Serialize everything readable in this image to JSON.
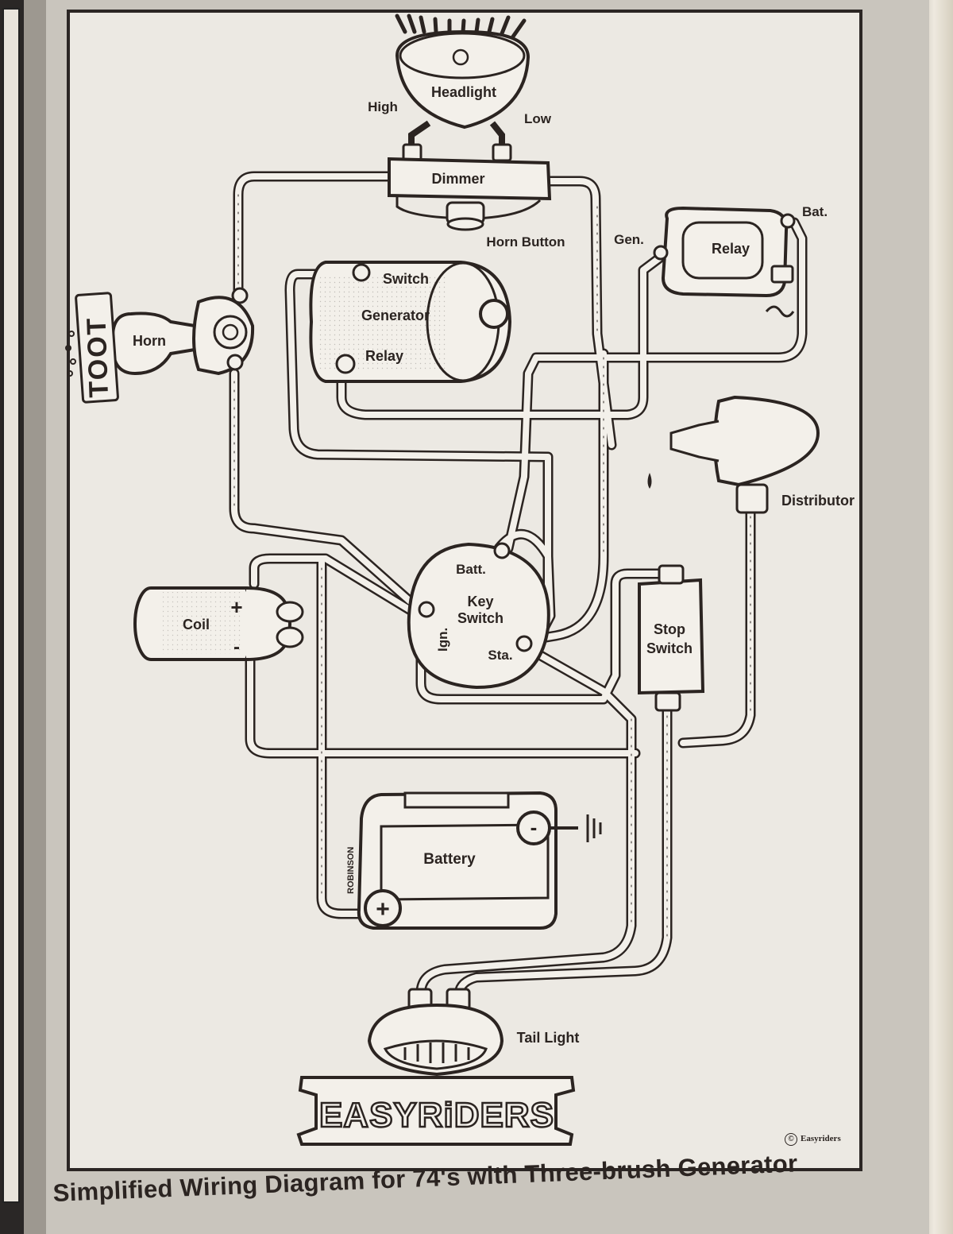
{
  "caption": "Simplified Wiring Diagram for 74's with Three-brush Generator",
  "copyright": "Easyriders",
  "copyright_symbol": "©",
  "logo_text": "EASYRiDERS",
  "artist_signature": "ROBINSON",
  "sound_effect": "TOOT",
  "components": {
    "headlight": "Headlight",
    "headlight_high": "High",
    "headlight_low": "Low",
    "dimmer": "Dimmer",
    "horn_button": "Horn Button",
    "horn": "Horn",
    "generator_switch": "Switch",
    "generator": "Generator",
    "generator_relay": "Relay",
    "relay": "Relay",
    "relay_gen": "Gen.",
    "relay_bat": "Bat.",
    "distributor": "Distributor",
    "coil": "Coil",
    "key_switch_line1": "Key",
    "key_switch_line2": "Switch",
    "key_batt": "Batt.",
    "key_ign": "Ign.",
    "key_sta": "Sta.",
    "stop_switch_line1": "Stop",
    "stop_switch_line2": "Switch",
    "battery": "Battery",
    "tail_light": "Tail Light"
  },
  "colors": {
    "ink": "#2b2421",
    "paper": "#ece9e3",
    "wire": "#f3f0ea"
  }
}
